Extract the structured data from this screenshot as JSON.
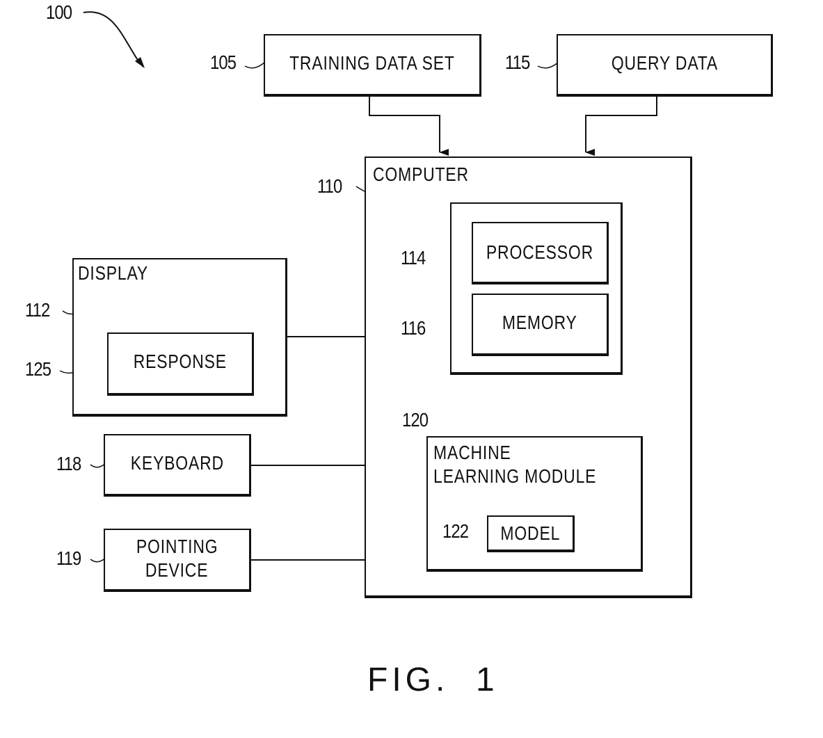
{
  "figure": {
    "caption": "FIG.  1",
    "overall_ref": "100"
  },
  "blocks": {
    "training_data_set": {
      "ref": "105",
      "label": "TRAINING DATA SET"
    },
    "query_data": {
      "ref": "115",
      "label": "QUERY DATA"
    },
    "computer": {
      "ref": "110",
      "label": "COMPUTER"
    },
    "processor": {
      "ref": "114",
      "label": "PROCESSOR"
    },
    "memory": {
      "ref": "116",
      "label": "MEMORY"
    },
    "ml_module": {
      "ref": "120",
      "label_line1": "MACHINE",
      "label_line2": "LEARNING MODULE"
    },
    "model": {
      "ref": "122",
      "label": "MODEL"
    },
    "display": {
      "ref": "112",
      "label": "DISPLAY"
    },
    "response": {
      "ref": "125",
      "label": "RESPONSE"
    },
    "keyboard": {
      "ref": "118",
      "label": "KEYBOARD"
    },
    "pointing_device": {
      "ref": "119",
      "label_line1": "POINTING",
      "label_line2": "DEVICE"
    }
  }
}
